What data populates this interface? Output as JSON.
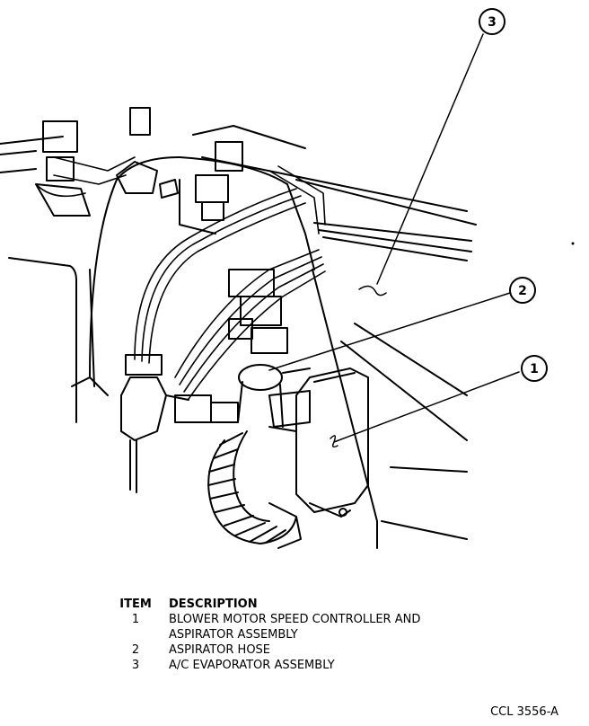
{
  "callouts": [
    "3",
    "2",
    "1"
  ],
  "legend": {
    "header_item": "ITEM",
    "header_description": "DESCRIPTION",
    "rows": [
      {
        "item": "1",
        "lines": [
          "BLOWER MOTOR SPEED CONTROLLER AND",
          "ASPIRATOR ASSEMBLY"
        ]
      },
      {
        "item": "2",
        "lines": [
          "ASPIRATOR HOSE"
        ]
      },
      {
        "item": "3",
        "lines": [
          "A/C EVAPORATOR ASSEMBLY"
        ]
      }
    ]
  },
  "reference": "CCL 3556-A",
  "colors": {
    "ink": "#000000",
    "paper": "#ffffff"
  }
}
